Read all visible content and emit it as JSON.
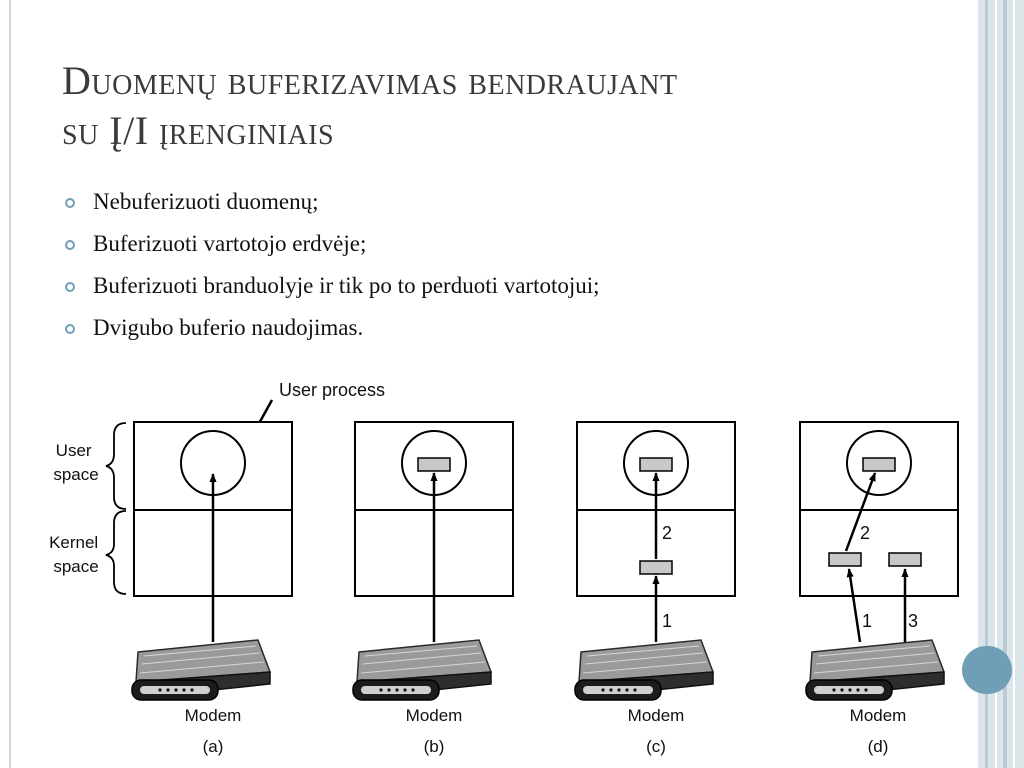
{
  "title": {
    "line1": "Duomenų buferizavimas bendraujant",
    "line2": "su Į/I įrenginiais"
  },
  "bullets": [
    "Nebuferizuoti duomenų;",
    "Buferizuoti vartotojo erdvėje;",
    "Buferizuoti branduolyje ir tik po to perduoti vartotojui;",
    "Dvigubo buferio naudojimas."
  ],
  "diagram": {
    "user_process_label": "User process",
    "user_space_label": [
      "User",
      "space"
    ],
    "kernel_space_label": [
      "Kernel",
      "space"
    ],
    "device_label": "Modem",
    "panels": [
      {
        "caption": "(a)",
        "arrow_labels": []
      },
      {
        "caption": "(b)",
        "arrow_labels": []
      },
      {
        "caption": "(c)",
        "arrow_labels": [
          "1",
          "2"
        ]
      },
      {
        "caption": "(d)",
        "arrow_labels": [
          "1",
          "2",
          "3"
        ]
      }
    ]
  },
  "theme": {
    "accent": "#6e9fb6",
    "edge": "#dce5ea",
    "buffer_fill": "#c8c8c8"
  }
}
